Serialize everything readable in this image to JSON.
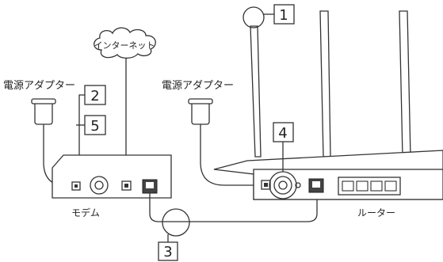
{
  "labels": {
    "internet": "インターネット",
    "power_adapter_left": "電源アダプター",
    "power_adapter_right": "電源アダプター",
    "modem": "モデム",
    "router": "ルーター"
  },
  "steps": [
    "1",
    "2",
    "3",
    "4",
    "5"
  ]
}
